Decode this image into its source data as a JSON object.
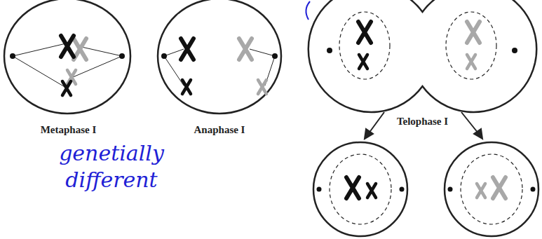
{
  "diagram": {
    "nodes": [
      {
        "text": [
          "Metaphase I"
        ]
      },
      {
        "text": [
          "Anaphase I"
        ]
      },
      {
        "text": [
          "Telophase I"
        ]
      }
    ],
    "edges": [],
    "labels": [
      "genetially different"
    ]
  }
}
